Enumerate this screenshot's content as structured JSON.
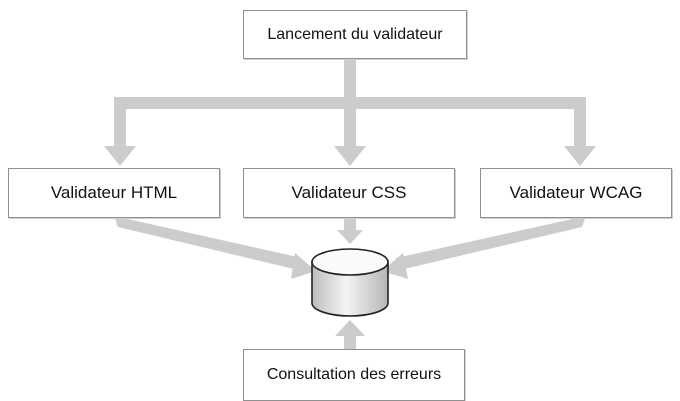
{
  "diagram": {
    "nodes": {
      "launch": "Lancement du validateur",
      "html_validator": "Validateur HTML",
      "css_validator": "Validateur CSS",
      "wcag_validator": "Validateur WCAG",
      "consult": "Consultation des erreurs",
      "database": ""
    },
    "edges": [
      {
        "from": "launch",
        "to": "html_validator"
      },
      {
        "from": "launch",
        "to": "css_validator"
      },
      {
        "from": "launch",
        "to": "wcag_validator"
      },
      {
        "from": "html_validator",
        "to": "database"
      },
      {
        "from": "css_validator",
        "to": "database"
      },
      {
        "from": "wcag_validator",
        "to": "database"
      },
      {
        "from": "consult",
        "to": "database"
      }
    ],
    "colors": {
      "connector": "#cccccc",
      "box_border": "#8f8f8f",
      "cylinder_light": "#f4f4f4",
      "cylinder_dark": "#bdbdbd"
    }
  }
}
